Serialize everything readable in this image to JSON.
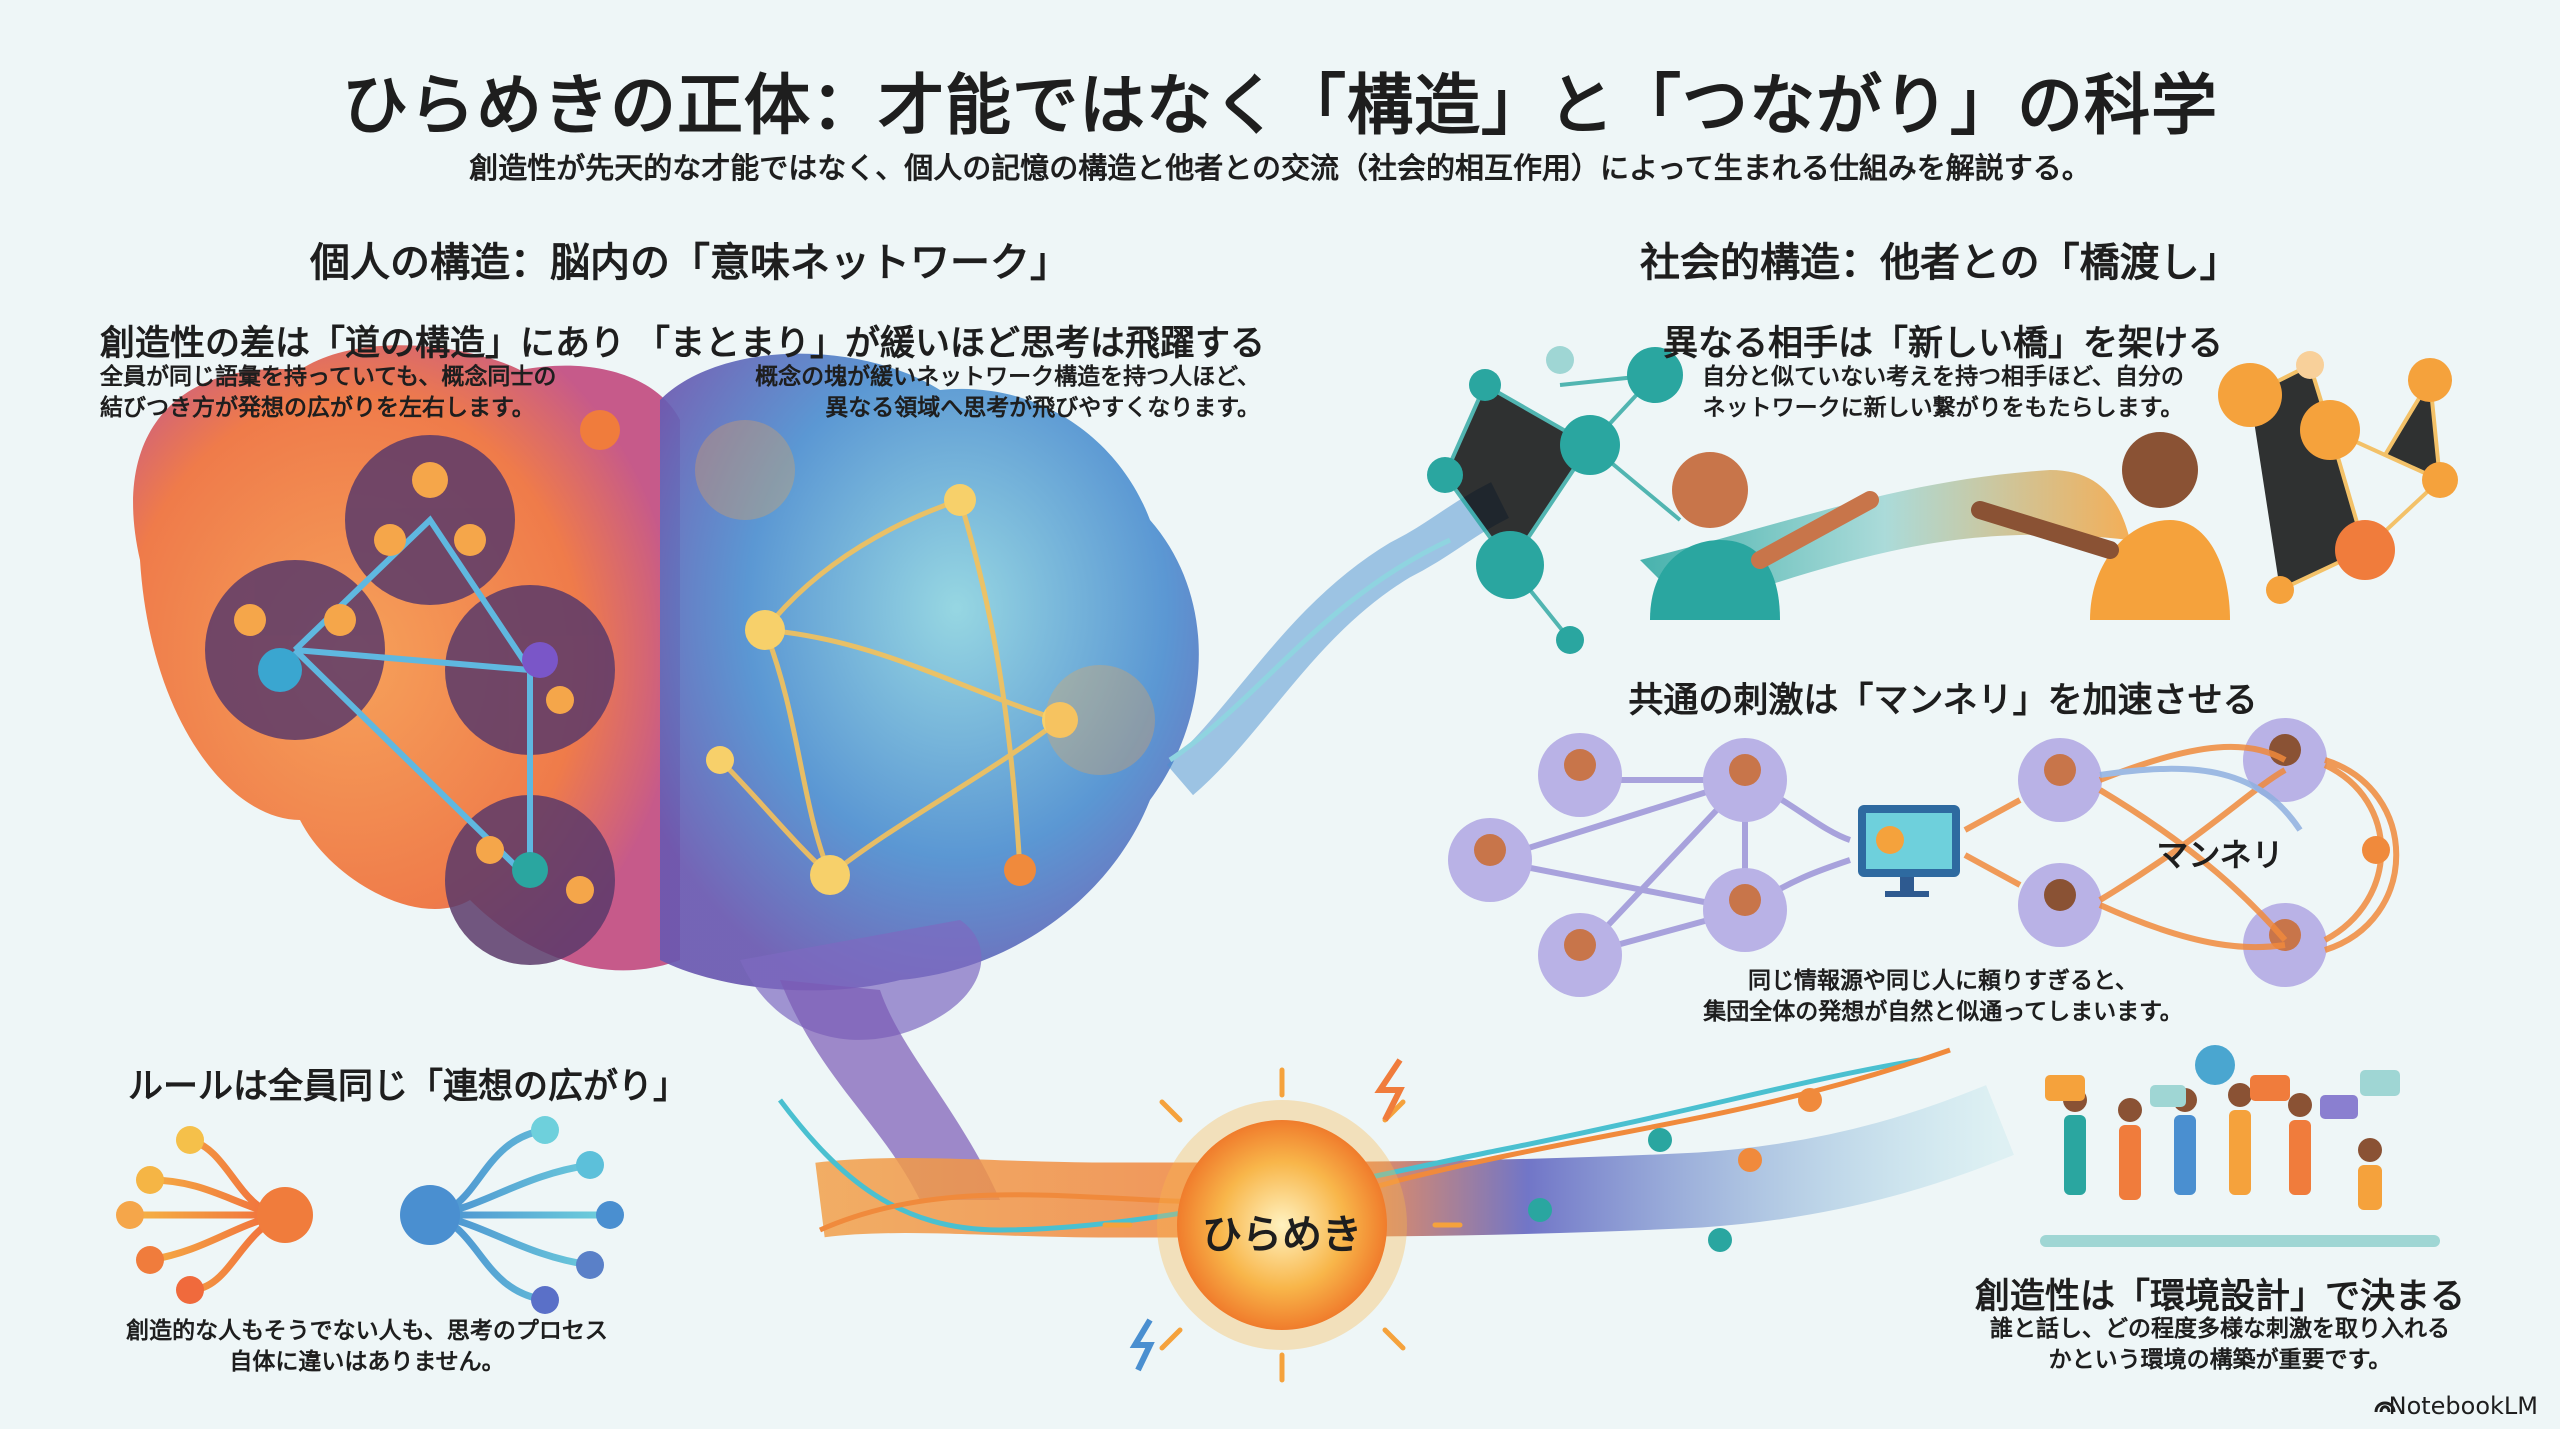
{
  "title": "ひらめきの正体：才能ではなく「構造」と「つながり」の科学",
  "subtitle": "創造性が先天的な才能ではなく、個人の記憶の構造と他者との交流（社会的相互作用）によって生まれる仕組みを解説する。",
  "left_section": {
    "heading": "個人の構造：脳内の「意味ネットワーク」",
    "path_structure": {
      "heading": "創造性の差は「道の構造」にあり",
      "body": [
        "全員が同じ語彙を持っていても、概念同士の",
        "結びつき方が発想の広がりを左右します。"
      ]
    },
    "loose_clusters": {
      "heading": "「まとまり」が緩いほど思考は飛躍する",
      "body": [
        "概念の塊が緩いネットワーク構造を持つ人ほど、",
        "異なる領域へ思考が飛びやすくなります。"
      ]
    },
    "same_rules": {
      "heading": "ルールは全員同じ「連想の広がり」",
      "body": [
        "創造的な人もそうでない人も、思考のプロセス",
        "自体に違いはありません。"
      ]
    }
  },
  "right_section": {
    "heading": "社会的構造：他者との「橋渡し」",
    "new_bridges": {
      "heading": "異なる相手は「新しい橋」を架ける",
      "body": [
        "自分と似ていない考えを持つ相手ほど、自分の",
        "ネットワークに新しい繋がりをもたらします。"
      ]
    },
    "rut": {
      "heading": "共通の刺激は「マンネリ」を加速させる",
      "label": "マンネリ",
      "body": [
        "同じ情報源や同じ人に頼りすぎると、",
        "集団全体の発想が自然と似通ってしまいます。"
      ]
    },
    "environment": {
      "heading": "創造性は「環境設計」で決まる",
      "body": [
        "誰と話し、どの程度多様な刺激を取り入れる",
        "かという環境の構築が重要です。"
      ]
    }
  },
  "center": {
    "spark_label": "ひらめき"
  },
  "brand": "NotebookLM",
  "colors": {
    "orange": "#f08a3c",
    "teal": "#2aa6a0",
    "purple": "#8a7fd0",
    "blue": "#4a8fd0",
    "background": "#eef6f7"
  }
}
